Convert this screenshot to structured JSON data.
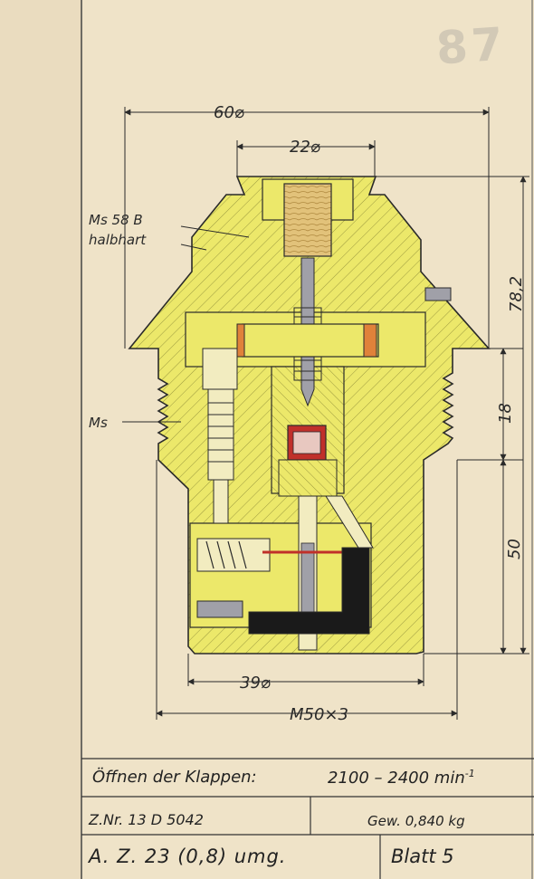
{
  "stamp": "87",
  "dimensions": {
    "d60": "60⌀",
    "d22": "22⌀",
    "d39": "39⌀",
    "thread": "M50×3",
    "h782": "78,2",
    "h18": "18",
    "h50": "50"
  },
  "labels": {
    "material1_line1": "Ms 58 B",
    "material1_line2": "halbhart",
    "material2": "Ms"
  },
  "title_block": {
    "opening_label": "Öffnen der Klappen:",
    "opening_value": "2100 – 2400 min",
    "opening_exp": "-1",
    "drawing_no": "Z.Nr. 13 D 5042",
    "weight": "Gew. 0,840 kg",
    "designation": "A. Z. 23 (0,8) umg.",
    "sheet": "Blatt  5"
  },
  "colors": {
    "paper": "#efe3c8",
    "brass": "#ece86a",
    "hatch": "#9c9a40",
    "ink": "#2a2a2a",
    "wood": "#e2c27a",
    "steel": "#a0a0a8",
    "copper": "#e0823a",
    "red": "#c0302a",
    "black": "#1a1a1a"
  }
}
